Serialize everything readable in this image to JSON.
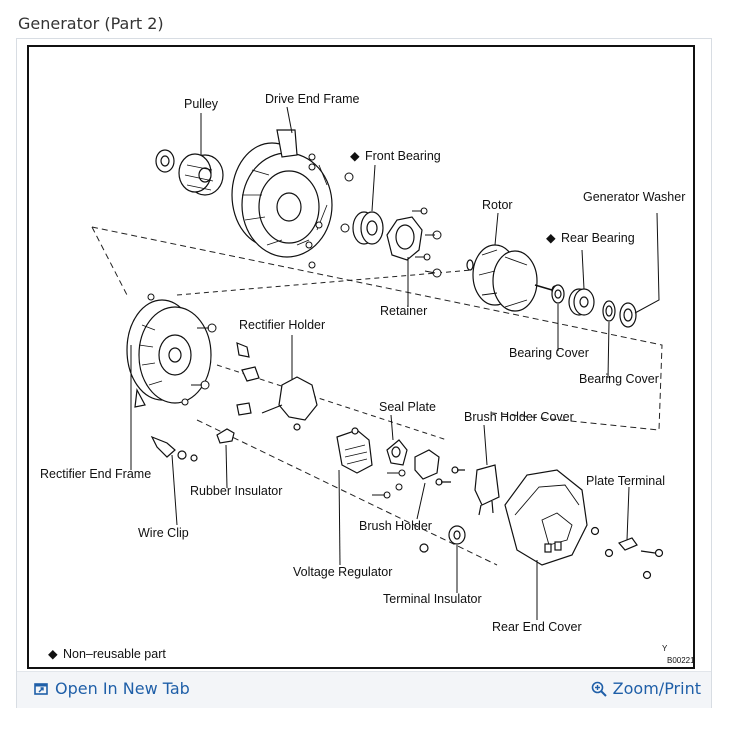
{
  "page": {
    "title": "Generator (Part 2)"
  },
  "diagram": {
    "labels": {
      "pulley": "Pulley",
      "drive_end_frame": "Drive End Frame",
      "front_bearing": "Front Bearing",
      "generator_washer": "Generator Washer",
      "rotor": "Rotor",
      "rear_bearing": "Rear Bearing",
      "retainer": "Retainer",
      "rectifier_holder": "Rectifier Holder",
      "bearing_cover_1": "Bearing Cover",
      "bearing_cover_2": "Bearing Cover",
      "seal_plate": "Seal Plate",
      "brush_holder_cover": "Brush Holder Cover",
      "rectifier_end_frame": "Rectifier End Frame",
      "plate_terminal": "Plate Terminal",
      "rubber_insulator": "Rubber Insulator",
      "brush_holder": "Brush Holder",
      "wire_clip": "Wire Clip",
      "voltage_regulator": "Voltage Regulator",
      "terminal_insulator": "Terminal Insulator",
      "rear_end_cover": "Rear End Cover",
      "legend": "Non–reusable part",
      "figure_code_letter": "Y",
      "figure_code": "B00221"
    },
    "nonreusable_marker": "◆"
  },
  "footer": {
    "open_tab_label": "Open In New Tab",
    "zoom_label": "Zoom/Print",
    "link_color": "#1f5fa8",
    "open_tab_icon": "open-new-tab-icon",
    "zoom_icon": "magnifier-plus-icon"
  }
}
